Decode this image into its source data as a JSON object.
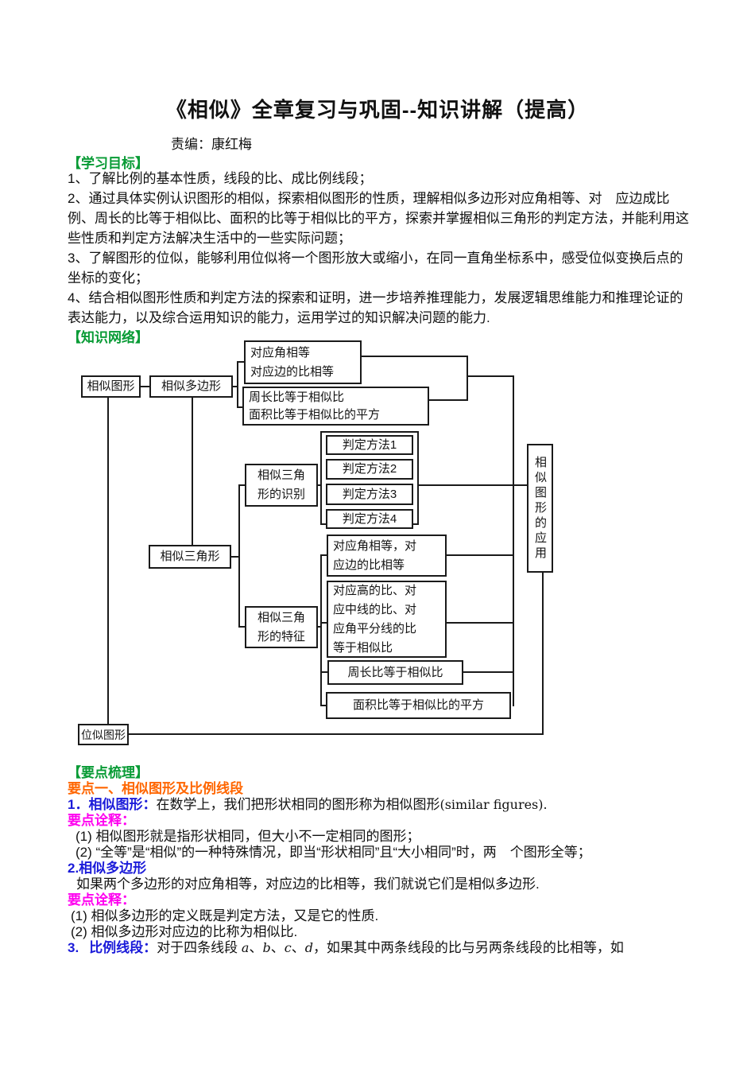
{
  "colors": {
    "section_green": "#089b35",
    "highlight_orange": "#ff6600",
    "term_blue": "#1b1bd9",
    "note_magenta": "#ff00f0",
    "diagram_line": "#1a1a1a"
  },
  "header": {
    "title": "《相似》全章复习与巩固--知识讲解（提高）",
    "editor": "责编：康红梅"
  },
  "sections": {
    "objectives_header": "【学习目标】",
    "network_header": "【知识网络】",
    "keypoints_header": "【要点梳理】"
  },
  "objectives": [
    "1、了解比例的基本性质，线段的比、成比例线段；",
    "2、通过具体实例认识图形的相似，探索相似图形的性质，理解相似多边形对应角相等、对　应边成比例、周长的比等于相似比、面积的比等于相似比的平方，探索并掌握相似三角形的判定方法，并能利用这些性质和判定方法解决生活中的一些实际问题；",
    "3、了解图形的位似，能够利用位似将一个图形放大或缩小，在同一直角坐标系中，感受位似变换后点的坐标的变化；",
    "4、结合相似图形性质和判定方法的探索和证明，进一步培养推理能力，发展逻辑思维能力和推理论证的表达能力，以及综合运用知识的能力，运用学过的知识解决问题的能力."
  ],
  "diagram": {
    "nodes": {
      "similar_figures": "相似图形",
      "similar_polygons": "相似多边形",
      "poly_angles_sides": "对应角相等\n对应边的比相等",
      "poly_perimeter_area": "周长比等于相似比\n面积比等于相似比的平方",
      "similar_triangles": "相似三角形",
      "triangle_identification": "相似三角\n形的识别",
      "method1": "判定方法1",
      "method2": "判定方法2",
      "method3": "判定方法3",
      "method4": "判定方法4",
      "triangle_characteristics": "相似三角\n形的特征",
      "tri_angles_sides": "对应角相等，对\n应边的比相等",
      "tri_heights_medians": "对应高的比、对\n应中线的比、对\n应角平分线的比\n等于相似比",
      "tri_perimeter": "周长比等于相似比",
      "tri_area": "面积比等于相似比的平方",
      "homothetic_figures": "位似图形",
      "application": "相似图形的应用"
    }
  },
  "keypoints": {
    "point1_header": "要点一、相似图形及比例线段",
    "item1_label": "1．相似图形：",
    "item1_text": "在数学上，我们把形状相同的图形称为相似图形",
    "item1_en": "(similar figures).",
    "note_label": "要点诠释：",
    "note1_items": [
      "(1) 相似图形就是指形状相同，但大小不一定相同的图形；",
      "(2) “全等”是“相似”的一种特殊情况，即当“形状相同”且“大小相同”时，两　个图形全等；"
    ],
    "item2_label": "2.相似多边形",
    "item2_text": "如果两个多边形的对应角相等，对应边的比相等，我们就说它们是相似多边形.",
    "note2_items": [
      "(1) 相似多边形的定义既是判定方法，又是它的性质.",
      "(2) 相似多边形对应边的比称为相似比."
    ],
    "item3_num": "3.",
    "item3_label": "比例线段：",
    "item3_pre": "对于四条线段 ",
    "item3_vars": [
      "a",
      "b",
      "c",
      "d"
    ],
    "item3_sep": "、",
    "item3_post": "，如果其中两条线段的比与另两条线段的比相等，如"
  }
}
